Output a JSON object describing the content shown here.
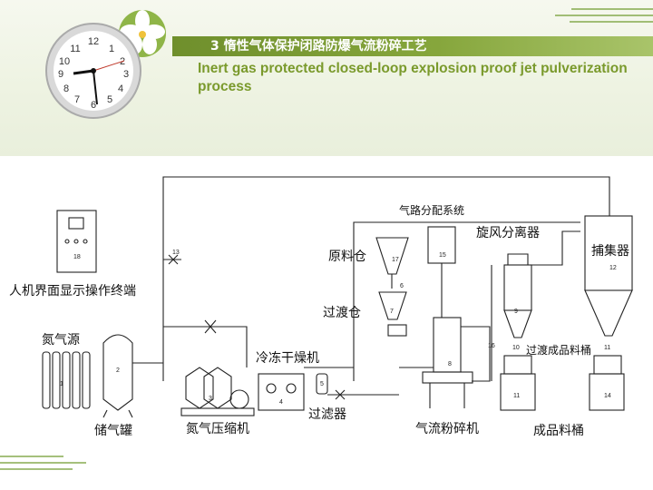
{
  "slide": {
    "title_cn": "3 惰性气体保护闭路防爆气流粉碎工艺",
    "title_en": "Inert gas protected closed-loop explosion proof jet pulverization process"
  },
  "clock": {
    "numerals": [
      "11",
      "12",
      "1",
      "10",
      "2",
      "9",
      "3",
      "8",
      "4",
      "7",
      "6",
      "5"
    ]
  },
  "diagram": {
    "labels": {
      "gas_distribution": "气路分配系统",
      "cyclone": "旋风分离器",
      "raw_bin": "原料仓",
      "dust_collector": "捕集器",
      "hmi": "人机界面显示操作终端",
      "transition_bin": "过渡仓",
      "nitrogen_source": "氮气源",
      "transition_drum": "过渡成品料桶",
      "freeze_dryer": "冷冻干燥机",
      "filter": "过滤器",
      "storage_tank": "储气罐",
      "compressor": "氮气压缩机",
      "jet_mill": "气流粉碎机",
      "product_drum": "成品料桶"
    },
    "numbers": {
      "n1": "1",
      "n2": "2",
      "n3": "3",
      "n4": "4",
      "n5": "5",
      "n6": "6",
      "n7": "7",
      "n8": "8",
      "n9": "9",
      "n10": "10",
      "n11a": "11",
      "n11b": "11",
      "n12": "12",
      "n13": "13",
      "n14": "14",
      "n15": "15",
      "n16": "16",
      "n17": "17",
      "n18": "18"
    }
  },
  "colors": {
    "title_bar": "#7a9a2c",
    "title_en_text": "#7a9a2c",
    "header_bg": "#eef3e2",
    "deco_lines": "#6f9a2e",
    "diagram_ink": "#222222"
  }
}
